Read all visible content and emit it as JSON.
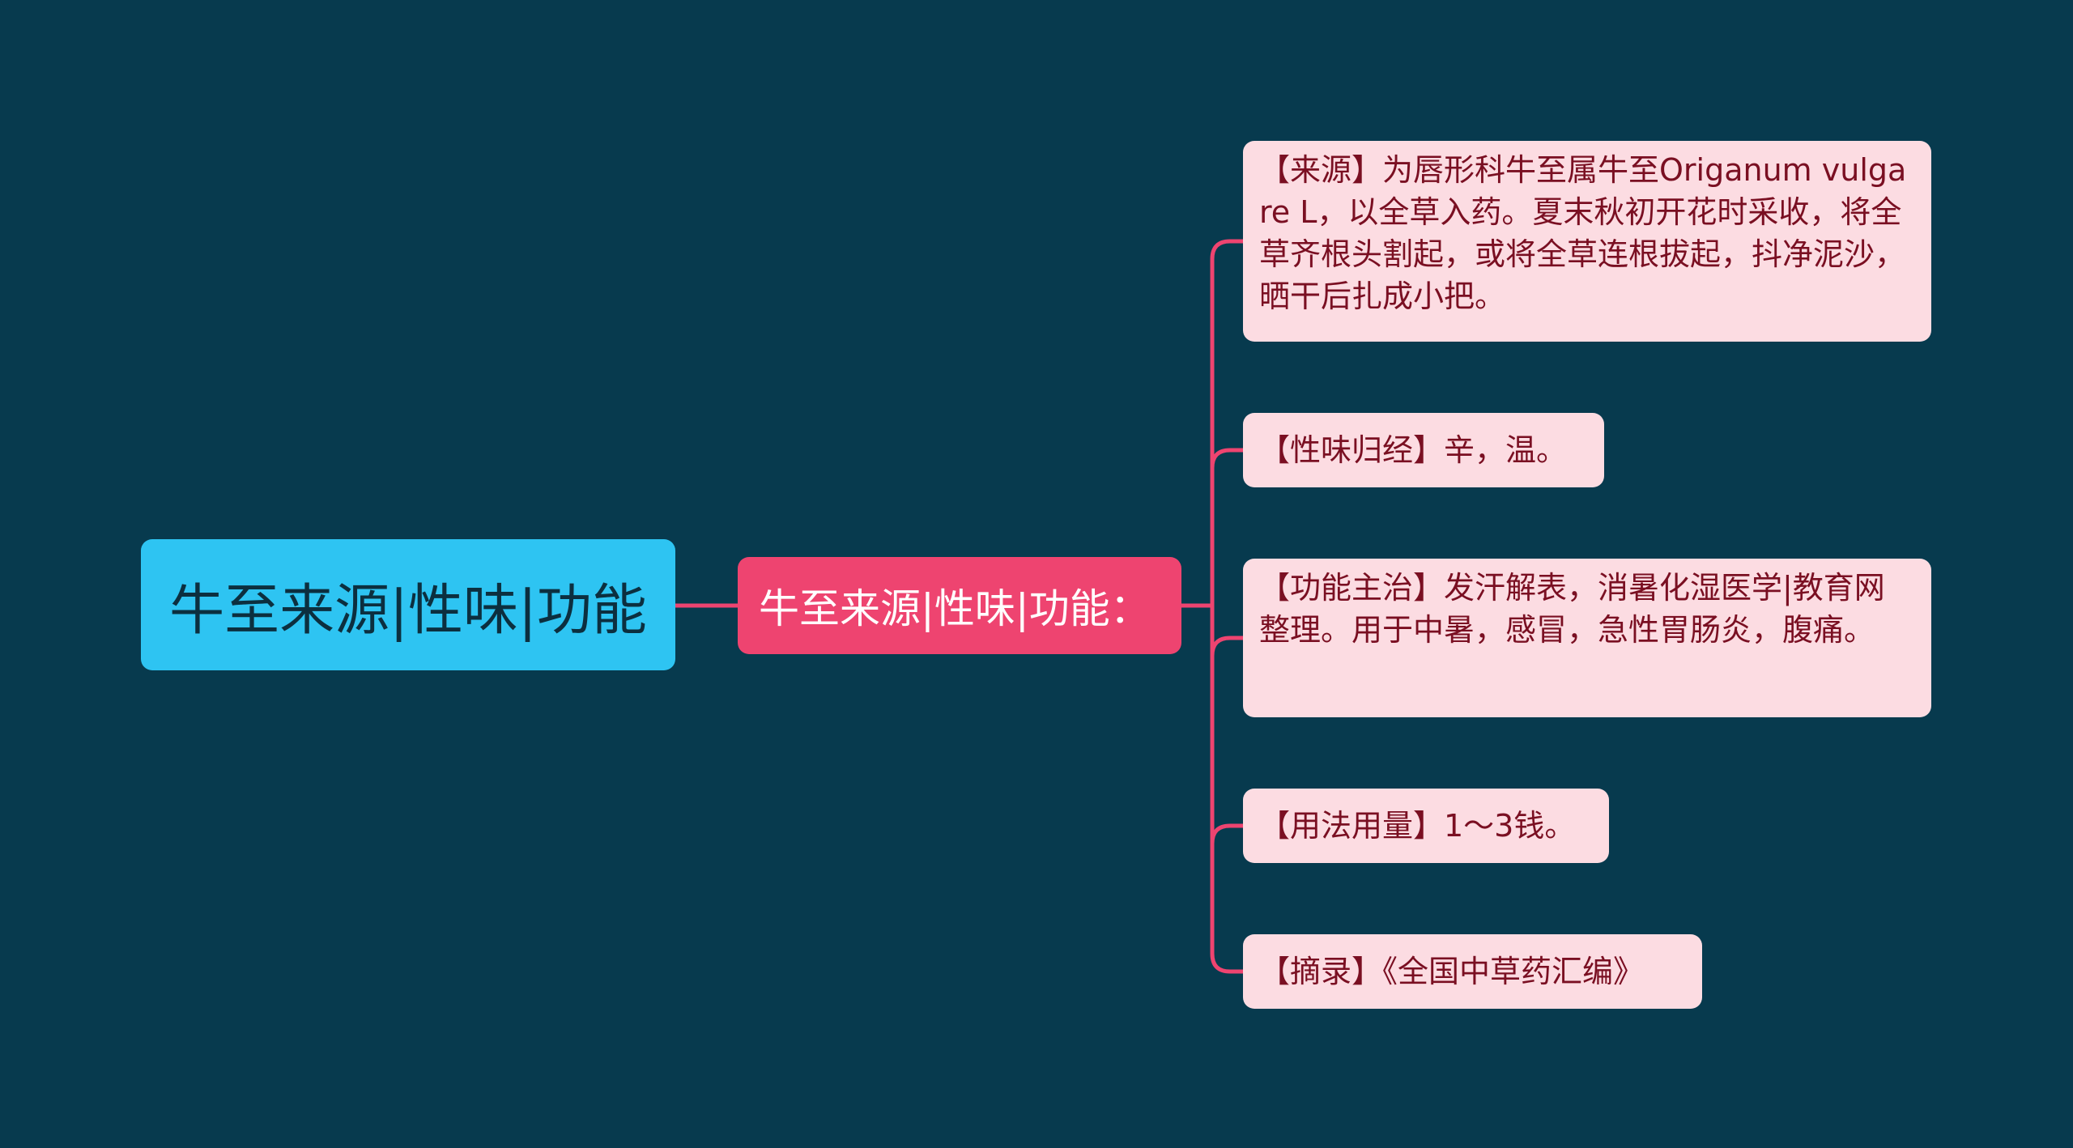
{
  "diagram": {
    "root": {
      "label": "牛至来源|性味|功能"
    },
    "branch": {
      "label": "牛至来源|性味|功能："
    },
    "leaves": [
      {
        "text": "【来源】为唇形科牛至属牛至Origanum vulgare L，以全草入药。夏末秋初开花时采收，将全草齐根头割起，或将全草连根拔起，抖净泥沙，晒干后扎成小把。"
      },
      {
        "text": "【性味归经】辛，温。"
      },
      {
        "text": "【功能主治】发汗解表，消暑化湿医学|教育网整理。用于中暑，感冒，急性胃肠炎，腹痛。"
      },
      {
        "text": "【用法用量】1～3钱。"
      },
      {
        "text": "【摘录】《全国中草药汇编》"
      }
    ]
  },
  "colors": {
    "background": "#073a4e",
    "root_fill": "#2ec4f2",
    "branch_fill": "#ee4470",
    "leaf_fill": "#fcdce2",
    "leaf_text": "#7a0f22",
    "connector": "#ee4470"
  }
}
